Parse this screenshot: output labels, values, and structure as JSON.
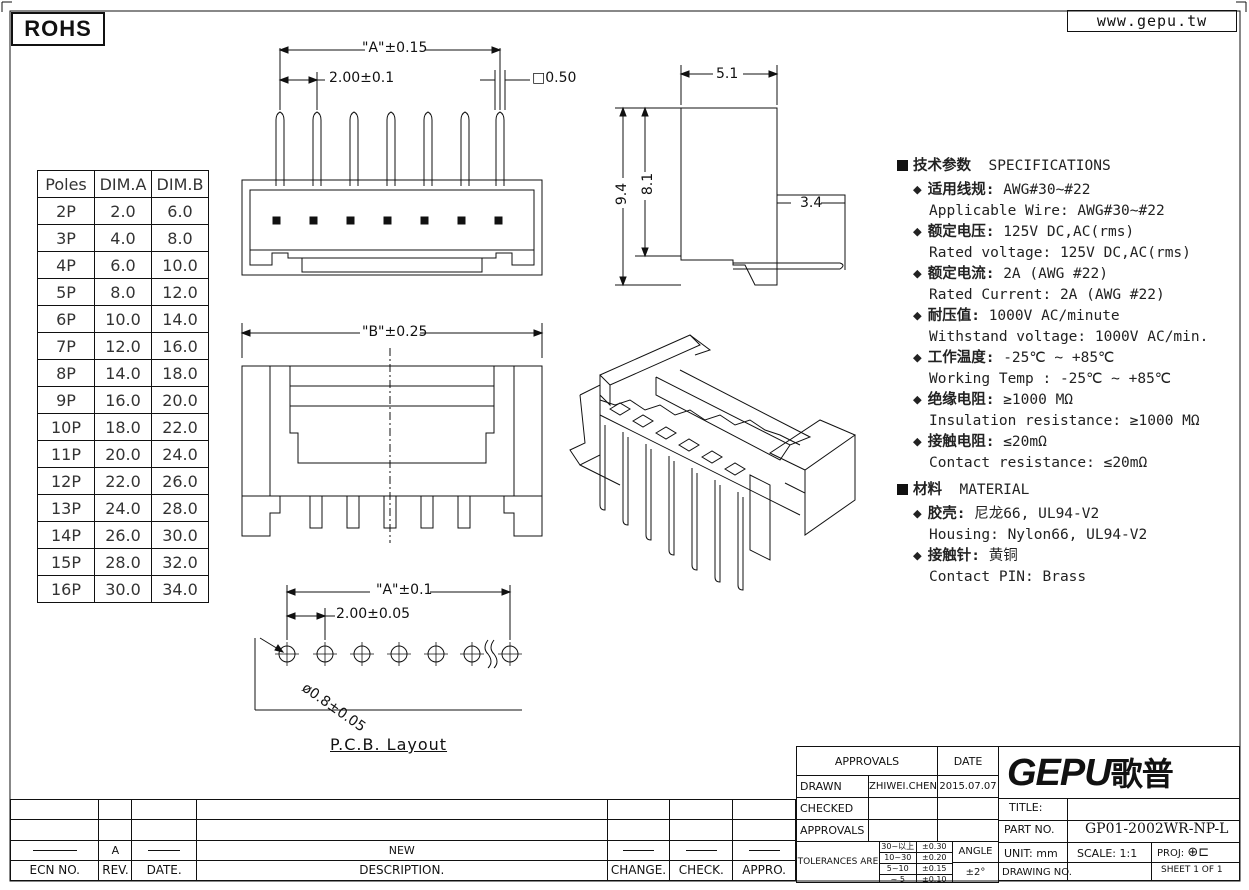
{
  "rohs": "ROHS",
  "website": "www.gepu.tw",
  "dims": {
    "a_tol": "\"A\"±0.15",
    "pitch": "2.00±0.1",
    "pin_sq": "□0.50",
    "b_tol": "\"B\"±0.25",
    "side_w": "5.1",
    "side_h1": "9.4",
    "side_h2": "8.1",
    "side_pin": "3.4",
    "pcb_a": "\"A\"±0.1",
    "pcb_pitch": "2.00±0.05",
    "pcb_hole": "ø0.8±0.05",
    "pcb_label": "P.C.B. Layout"
  },
  "poles_table": {
    "headers": [
      "Poles",
      "DIM.A",
      "DIM.B"
    ],
    "rows": [
      [
        "2P",
        "2.0",
        "6.0"
      ],
      [
        "3P",
        "4.0",
        "8.0"
      ],
      [
        "4P",
        "6.0",
        "10.0"
      ],
      [
        "5P",
        "8.0",
        "12.0"
      ],
      [
        "6P",
        "10.0",
        "14.0"
      ],
      [
        "7P",
        "12.0",
        "16.0"
      ],
      [
        "8P",
        "14.0",
        "18.0"
      ],
      [
        "9P",
        "16.0",
        "20.0"
      ],
      [
        "10P",
        "18.0",
        "22.0"
      ],
      [
        "11P",
        "20.0",
        "24.0"
      ],
      [
        "12P",
        "22.0",
        "26.0"
      ],
      [
        "13P",
        "24.0",
        "28.0"
      ],
      [
        "14P",
        "26.0",
        "30.0"
      ],
      [
        "15P",
        "28.0",
        "32.0"
      ],
      [
        "16P",
        "30.0",
        "34.0"
      ]
    ]
  },
  "specs": {
    "spec_title_cn": "技术参数",
    "spec_title_en": "SPECIFICATIONS",
    "items": [
      {
        "cn": "适用线规:",
        "cn_val": "AWG#30~#22",
        "en": "Applicable Wire: AWG#30~#22"
      },
      {
        "cn": "额定电压:",
        "cn_val": "125V DC,AC(rms)",
        "en": "Rated voltage: 125V DC,AC(rms)"
      },
      {
        "cn": "额定电流:",
        "cn_val": "2A (AWG #22)",
        "en": "Rated Current: 2A (AWG #22)"
      },
      {
        "cn": "耐压值:",
        "cn_val": "1000V AC/minute",
        "en": "Withstand voltage: 1000V AC/min."
      },
      {
        "cn": "工作温度:",
        "cn_val": "-25℃ ~ +85℃",
        "en": "Working Temp : -25℃ ~ +85℃"
      },
      {
        "cn": "绝缘电阻:",
        "cn_val": "≥1000 MΩ",
        "en": "Insulation resistance: ≥1000 MΩ"
      },
      {
        "cn": "接触电阻:",
        "cn_val": "≤20mΩ",
        "en": "Contact resistance: ≤20mΩ"
      }
    ],
    "material_title_cn": "材料",
    "material_title_en": "MATERIAL",
    "materials": [
      {
        "cn": "胶壳:",
        "cn_val": "尼龙66, UL94-V2",
        "en": "Housing: Nylon66, UL94-V2"
      },
      {
        "cn": "接触针:",
        "cn_val": "黄铜",
        "en": "Contact PIN: Brass"
      }
    ]
  },
  "title_block": {
    "approvals": "APPROVALS",
    "date": "DATE",
    "drawn": "DRAWN",
    "drawn_by": "ZHIWEI.CHEN",
    "drawn_date": "2015.07.07",
    "checked": "CHECKED",
    "approvals2": "APPROVALS",
    "tolerances": "TOLERANCES ARE",
    "tol_rows": [
      [
        "30~以上",
        "±0.30"
      ],
      [
        "10~30",
        "±0.20"
      ],
      [
        "5~10",
        "±0.15"
      ],
      [
        "~ 5",
        "±0.10"
      ]
    ],
    "angle": "ANGLE",
    "angle_val": "±2°",
    "logo": "GEPU",
    "logo_cn": "歌普",
    "title_label": "TITLE:",
    "part_no_label": "PART NO.",
    "part_no": "GP01-2002WR-NP-L",
    "unit_label": "UNIT: mm",
    "scale_label": "SCALE:",
    "scale": "1:1",
    "proj": "PROJ:",
    "drawing_no": "DRAWING NO.",
    "sheet": "SHEET 1 OF 1"
  },
  "rev_block": {
    "row_a": [
      "",
      "A",
      "",
      "NEW",
      "",
      "",
      ""
    ],
    "headers": [
      "ECN NO.",
      "REV.",
      "DATE.",
      "DESCRIPTION.",
      "CHANGE.",
      "CHECK.",
      "APPRO."
    ]
  }
}
